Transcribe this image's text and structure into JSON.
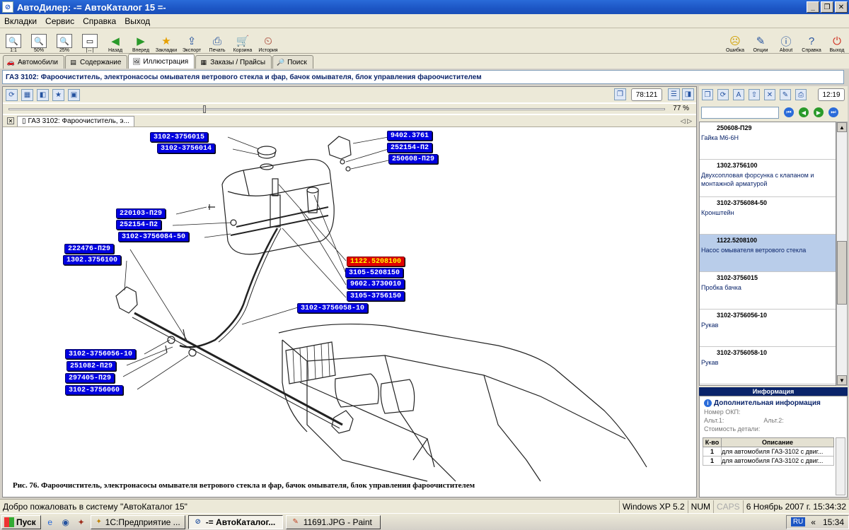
{
  "window": {
    "title": "АвтоДилер: -= АвтоКаталог 15 =-"
  },
  "menu": [
    "Вкладки",
    "Сервис",
    "Справка",
    "Выход"
  ],
  "toolbar": {
    "zoom": [
      "1:1",
      "50%",
      "25%",
      "|↔|"
    ],
    "buttons": [
      {
        "label": "Назад",
        "icon": "back-arrow-icon"
      },
      {
        "label": "Вперед",
        "icon": "forward-arrow-icon"
      },
      {
        "label": "Закладки",
        "icon": "star-icon"
      },
      {
        "label": "Экспорт",
        "icon": "export-icon"
      },
      {
        "label": "Печать",
        "icon": "printer-icon"
      },
      {
        "label": "Корзина",
        "icon": "cart-icon"
      },
      {
        "label": "История",
        "icon": "history-icon"
      }
    ],
    "right": [
      {
        "label": "Ошибка",
        "icon": "error-smiley-icon"
      },
      {
        "label": "Опции",
        "icon": "options-icon"
      },
      {
        "label": "About",
        "icon": "info-icon"
      },
      {
        "label": "Справка",
        "icon": "help-icon"
      },
      {
        "label": "Выход",
        "icon": "power-icon"
      }
    ]
  },
  "tabs": [
    {
      "label": "Автомобили",
      "icon": "car-icon",
      "active": false
    },
    {
      "label": "Содержание",
      "icon": "contents-icon",
      "active": false
    },
    {
      "label": "Иллюстрация",
      "icon": "picture-icon",
      "active": true
    },
    {
      "label": "Заказы / Прайсы",
      "icon": "orders-icon",
      "active": false
    },
    {
      "label": "Поиск",
      "icon": "search-icon",
      "active": false
    }
  ],
  "header": {
    "title": "ГАЗ 3102: Фароочиститель, электронасосы омывателя ветрового стекла и фар, бачок омывателя, блок управления фароочистителем"
  },
  "viewer": {
    "coords": "78:121",
    "zoom_percent": 77,
    "zoom_text": "77 %",
    "doc_tab": "ГАЗ 3102: Фароочиститель, э...",
    "caption": "Рис. 76. Фароочиститель, электронасосы омывателя ветрового стекла и фар, бачок омывателя, блок управления фароочистителем",
    "labels": [
      "3102-3756015",
      "3102-3756014",
      "9402.3761",
      "252154-П2",
      "250608-П29",
      "220103-П29",
      "252154-П2",
      "3102-3756084-50",
      "222476-П29",
      "1302.3756100",
      "1122.5208100",
      "3105-5208150",
      "9602.3730010",
      "3105-3756150",
      "3102-3756058-10",
      "3102-3756056-10",
      "251082-П29",
      "297405-П29",
      "3102-3756060"
    ],
    "selected_label": "1122.5208100"
  },
  "rightpanel": {
    "time": "12:19",
    "search_value": "",
    "parts": [
      {
        "code": "250608-П29",
        "desc": "Гайка М6-6Н"
      },
      {
        "code": "1302.3756100",
        "desc": "Двухсопловая форсунка с клапаном и монтажной арматурой"
      },
      {
        "code": "3102-3756084-50",
        "desc": "Кронштейн"
      },
      {
        "code": "1122.5208100",
        "desc": "Насос омывателя ветрового стекла",
        "selected": true
      },
      {
        "code": "3102-3756015",
        "desc": "Пробка бачка"
      },
      {
        "code": "3102-3756056-10",
        "desc": "Рукав"
      },
      {
        "code": "3102-3756058-10",
        "desc": "Рукав"
      }
    ],
    "info": {
      "header": "Информация",
      "title": "Дополнительная информация",
      "okp": "Номер ОКП:",
      "alt1": "Альт.1:",
      "alt2": "Альт.2:",
      "price": "Стоимость детали:",
      "table": {
        "headers": [
          "К-во",
          "Описание"
        ],
        "rows": [
          [
            "1",
            "для автомобиля ГАЗ-3102 с двиг..."
          ],
          [
            "1",
            "для автомобиля ГАЗ-3102 с двиг..."
          ]
        ]
      }
    }
  },
  "status": {
    "welcome": "Добро пожаловать в систему \"АвтоКаталог 15\"",
    "os": "Windows XP 5.2",
    "num": "NUM",
    "caps": "CAPS",
    "datetime": "6 Ноябрь 2007 г. 15:34:32"
  },
  "taskbar": {
    "start": "Пуск",
    "tasks": [
      {
        "label": "1С:Предприятие ...",
        "active": false
      },
      {
        "label": "-= АвтоКаталог...",
        "active": true
      },
      {
        "label": "11691.JPG - Paint",
        "active": false
      }
    ],
    "lang": "RU",
    "clock": "15:34"
  }
}
